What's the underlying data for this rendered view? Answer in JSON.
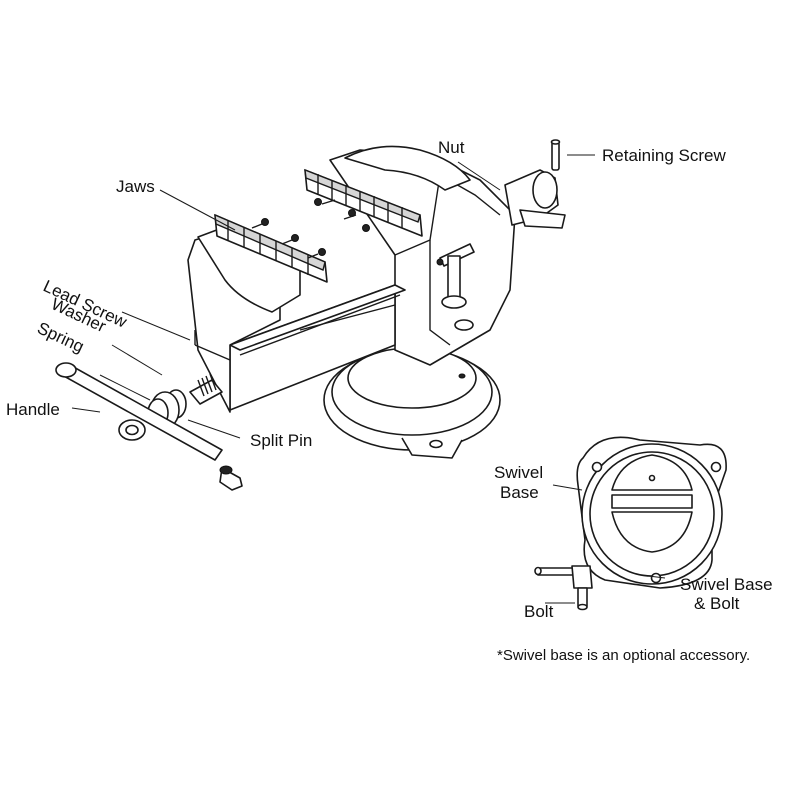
{
  "labels": {
    "nut": "Nut",
    "retaining_screw": "Retaining Screw",
    "jaws": "Jaws",
    "lead_screw": "Lead Screw",
    "washer": "Washer",
    "spring": "Spring",
    "handle": "Handle",
    "split_pin": "Split Pin",
    "swivel_base_line1": "Swivel",
    "swivel_base_line2": "Base",
    "swivel_base_bolt_line1": "Swivel Base",
    "swivel_base_bolt_line2": "& Bolt",
    "bolt": "Bolt"
  },
  "footnote": "*Swivel base is an optional accessory.",
  "colors": {
    "line": "#1a1a1a",
    "shade": "#d6d6d6",
    "background": "#ffffff"
  }
}
